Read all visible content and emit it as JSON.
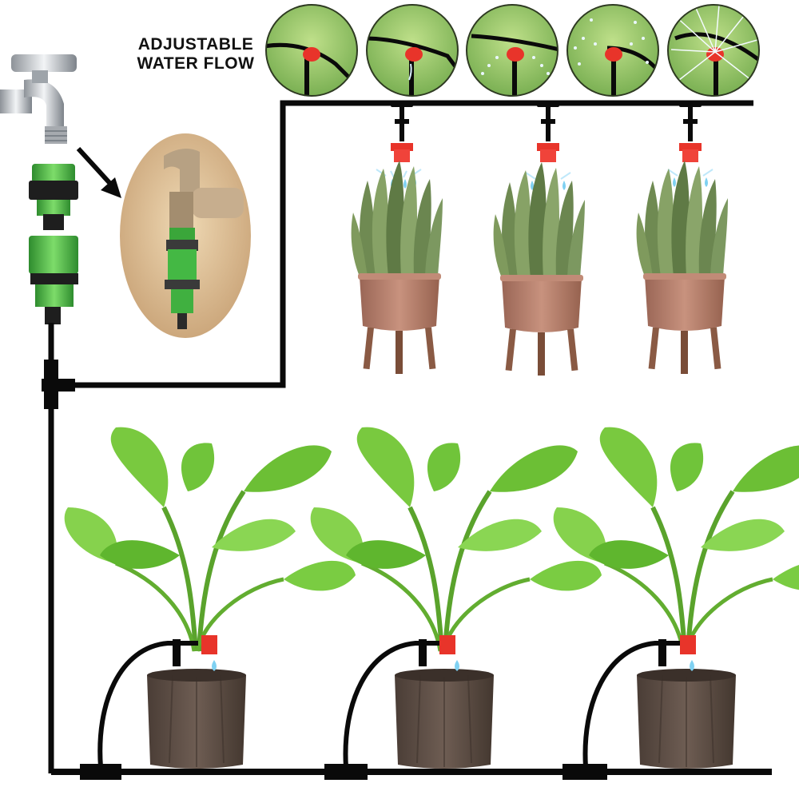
{
  "headline": {
    "line1": "ADJUSTABLE",
    "line2": "WATER FLOW"
  },
  "spray_levels": [
    {
      "level": 1
    },
    {
      "level": 2
    },
    {
      "level": 3
    },
    {
      "level": 4
    },
    {
      "level": 5
    }
  ],
  "colors": {
    "hose": "#0a0a0a",
    "emitter_red": "#e8342a",
    "connector_green": "#3fae3f",
    "water_drop": "#7fd1f2",
    "pot_terracotta": "#b9806c",
    "pot_dark": "#5b4c44",
    "leaf_green": "#6fc23a",
    "snake_plant": "#6f8a52"
  },
  "icons": [
    "faucet-icon",
    "hose-connector-icon",
    "arrow-icon",
    "emitter-icon",
    "water-drop-icon"
  ]
}
